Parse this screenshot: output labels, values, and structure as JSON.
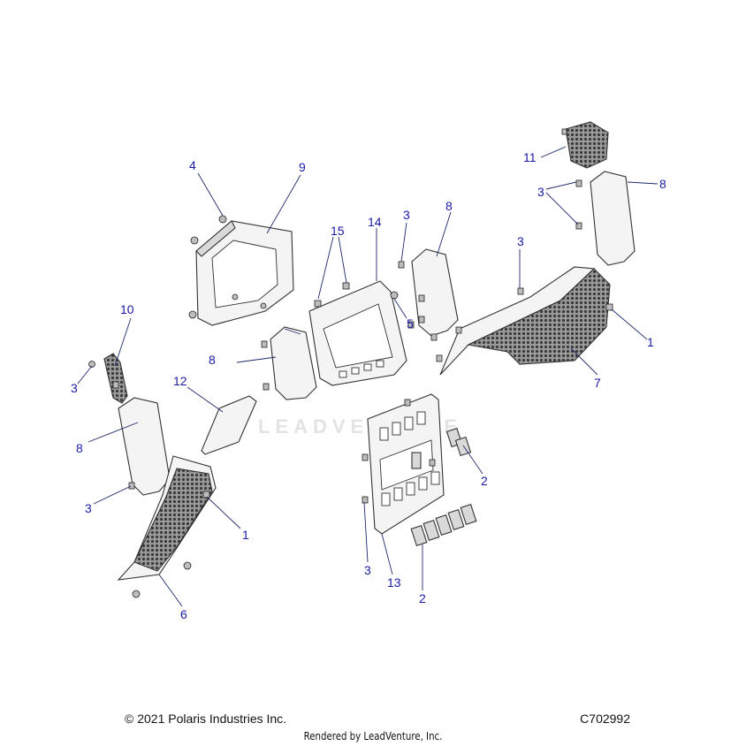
{
  "watermark": "LEADVENTURE",
  "callouts": [
    {
      "id": "c1a",
      "label": "1"
    },
    {
      "id": "c1b",
      "label": "1"
    },
    {
      "id": "c2a",
      "label": "2"
    },
    {
      "id": "c2b",
      "label": "2"
    },
    {
      "id": "c3a",
      "label": "3"
    },
    {
      "id": "c3b",
      "label": "3"
    },
    {
      "id": "c3c",
      "label": "3"
    },
    {
      "id": "c3d",
      "label": "3"
    },
    {
      "id": "c3e",
      "label": "3"
    },
    {
      "id": "c3f",
      "label": "3"
    },
    {
      "id": "c4",
      "label": "4"
    },
    {
      "id": "c5",
      "label": "5"
    },
    {
      "id": "c6",
      "label": "6"
    },
    {
      "id": "c7",
      "label": "7"
    },
    {
      "id": "c8a",
      "label": "8"
    },
    {
      "id": "c8b",
      "label": "8"
    },
    {
      "id": "c8c",
      "label": "8"
    },
    {
      "id": "c8d",
      "label": "8"
    },
    {
      "id": "c9",
      "label": "9"
    },
    {
      "id": "c10",
      "label": "10"
    },
    {
      "id": "c11",
      "label": "11"
    },
    {
      "id": "c12",
      "label": "12"
    },
    {
      "id": "c13",
      "label": "13"
    },
    {
      "id": "c14",
      "label": "14"
    },
    {
      "id": "c15",
      "label": "15"
    }
  ],
  "footer": {
    "copyright": "© 2021 Polaris Industries Inc.",
    "diagram_code": "C702992",
    "rendered_by": "Rendered by LeadVenture, Inc."
  }
}
